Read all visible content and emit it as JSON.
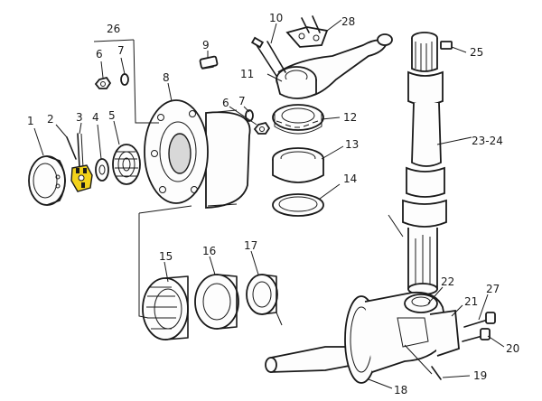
{
  "colors": {
    "ink": "#1a1a1a",
    "highlight": "#f2d21b",
    "paper": "#ffffff"
  },
  "labels": {
    "p1": "1",
    "p2": "2",
    "p3": "3",
    "p4": "4",
    "p5": "5",
    "p6a": "6",
    "p6b": "6",
    "p7a": "7",
    "p7b": "7",
    "p8": "8",
    "p9": "9",
    "p10": "10",
    "p11": "11",
    "p12": "12",
    "p13": "13",
    "p14": "14",
    "p15": "15",
    "p16": "16",
    "p17": "17",
    "p18": "18",
    "p19": "19",
    "p20": "20",
    "p21": "21",
    "p22": "22",
    "p23_24": "23-24",
    "p25": "25",
    "p26": "26",
    "p27": "27",
    "p28": "28"
  }
}
